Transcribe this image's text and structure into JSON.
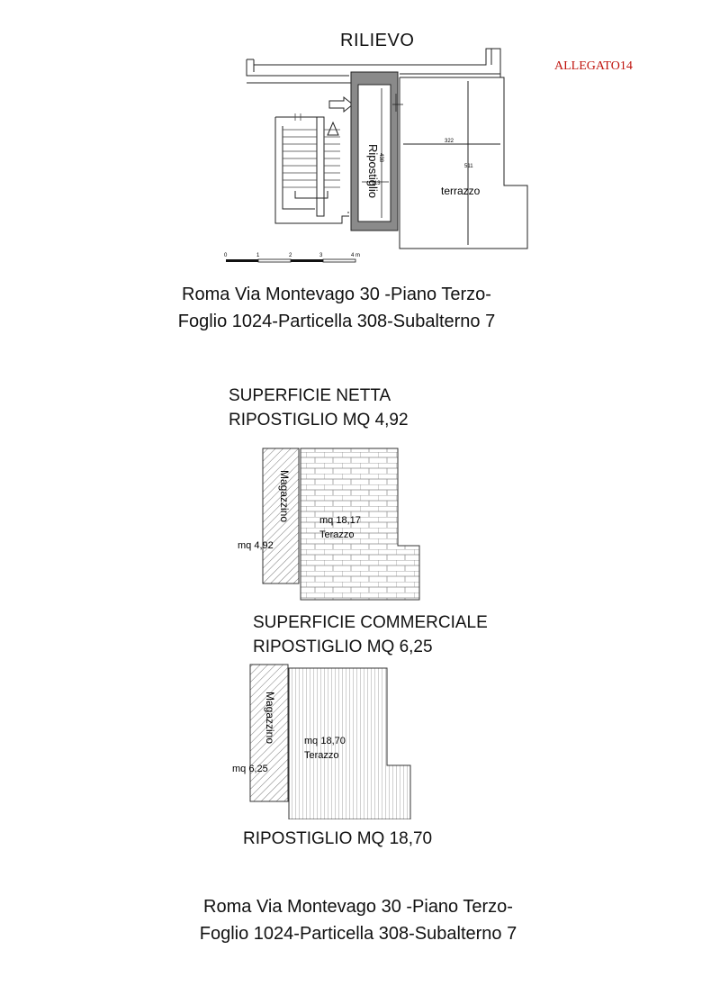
{
  "header": {
    "title": "RILIEVO",
    "annex": "ALLEGATO14"
  },
  "plan": {
    "room_label": "Ripostiglio",
    "terrace_label": "terrazzo",
    "dim_width": "322",
    "dim_height": "511",
    "dim_room_length": "438",
    "dim_room_width": "113",
    "scale_ticks": [
      "0",
      "1",
      "2",
      "3",
      "4 m"
    ]
  },
  "caption_top": {
    "line1": "Roma Via Montevago 30 -Piano Terzo-",
    "line2": "Foglio 1024-Particella 308-Subalterno 7"
  },
  "net": {
    "heading1": "SUPERFICIE  NETTA",
    "heading2": "RIPOSTIGLIO MQ 4,92",
    "storage_label": "Magazzino",
    "storage_area": "mq 4,92",
    "terrace_area": "mq 18,17",
    "terrace_label": "Terazzo"
  },
  "commercial": {
    "heading1": "SUPERFICIE  COMMERCIALE",
    "heading2": "RIPOSTIGLIO MQ 6,25",
    "storage_label": "Magazzino",
    "storage_area": "mq 6,25",
    "terrace_area": "mq 18,70",
    "terrace_label": "Terazzo"
  },
  "footer_label": "RIPOSTIGLIO MQ 18,70",
  "caption_bottom": {
    "line1": "Roma Via Montevago 30 -Piano Terzo-",
    "line2": "Foglio 1024-Particella 308-Subalterno 7"
  }
}
